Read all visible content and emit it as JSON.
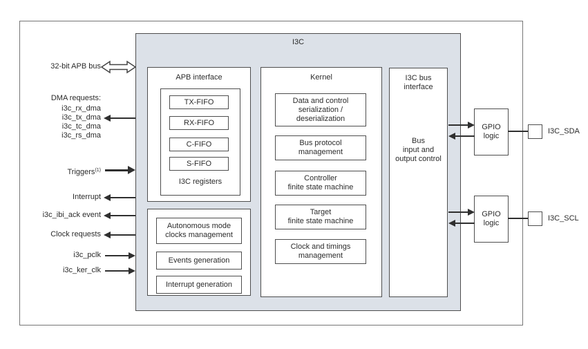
{
  "i3c_title": "I3C",
  "left": {
    "apb_bus": "32-bit APB bus",
    "dma_header": "DMA requests:",
    "dma_items": [
      "i3c_rx_dma",
      "i3c_tx_dma",
      "i3c_tc_dma",
      "i3c_rs_dma"
    ],
    "triggers": "Triggers",
    "triggers_sup": "(1)",
    "interrupt": "Interrupt",
    "ibi_ack": "i3c_ibi_ack event",
    "clock_requests": "Clock requests",
    "pclk": "i3c_pclk",
    "ker_clk": "i3c_ker_clk"
  },
  "apb": {
    "title": "APB interface",
    "registers_label": "I3C registers",
    "fifos": [
      "TX-FIFO",
      "RX-FIFO",
      "C-FIFO",
      "S-FIFO"
    ]
  },
  "ctrl_blocks": [
    "Autonomous mode\nclocks management",
    "Events generation",
    "Interrupt generation"
  ],
  "kernel": {
    "title": "Kernel",
    "blocks": [
      "Data and control\nserialization /\ndeserialization",
      "Bus protocol\nmanagement",
      "Controller\nfinite state machine",
      "Target\nfinite state machine",
      "Clock and timings\nmanagement"
    ]
  },
  "bus_if": {
    "title": "I3C bus\ninterface",
    "body": "Bus\ninput and\noutput control"
  },
  "gpio_label": "GPIO\nlogic",
  "pads": [
    {
      "name": "I3C_SDA"
    },
    {
      "name": "I3C_SCL"
    }
  ],
  "colors": {
    "block_fill": "#dce1e8",
    "box_border": "#4d4d4d",
    "outer_border": "#757575",
    "arrow": "#2f2f2f"
  }
}
